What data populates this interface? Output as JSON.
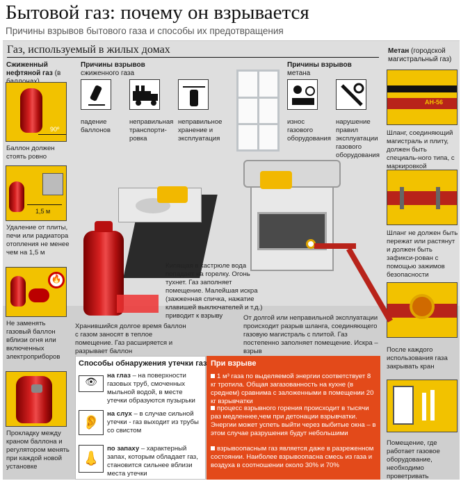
{
  "header": {
    "title": "Бытовой газ: почему он взрывается",
    "subtitle": "Причины взрывов бытового газа и способы их предотвращения"
  },
  "section": {
    "title": "Газ, используемый в жилых домах"
  },
  "left_col": {
    "head_bold": "Сжиженный нефтяной газ",
    "head_rest": " (в баллонах)",
    "angle_label": "90º",
    "distance_label": "1,5 м",
    "captions": [
      "Баллон должен стоять ровно",
      "Удаление от плиты, печи или радиатора отопления не менее чем на 1,5 м",
      "Не заменять газовый баллон вблизи огня или включенных электроприборов",
      "Прокладку между краном баллона и регулятором менять при каждой новой установке"
    ]
  },
  "causes_lpg": {
    "head_bold": "Причины взрывов",
    "head_rest": "сжиженного газа",
    "items": [
      "падение баллонов",
      "неправильная транспорти-ровка",
      "неправильное хранение и эксплуатация"
    ]
  },
  "causes_methane": {
    "head_bold": "Причины взрывов",
    "head_rest": "метана",
    "items": [
      "износ газового оборудования",
      "нарушение правил эксплуатации газового оборудования"
    ]
  },
  "right_col": {
    "head_bold": "Метан",
    "head_rest": " (городской магистральный газ)",
    "hose_marking": "АН-56",
    "captions": [
      "Шланг, соединяющий магистраль и плиту, должен быть специаль-ного типа, с маркировкой",
      "Шланг не должен быть пережат или растянут и должен быть зафикси-рован с помощью зажимов безопасности",
      "После каждого использования газа закрывать кран",
      "Помещение, где работает газовое оборудование, необходимо проветривать"
    ]
  },
  "scene_notes": {
    "kettle": "Кипящая в кастрюле вода попадает на горелку. Огонь тухнет. Газ заполняет помещение. Малейшая искра (зажженная спичка, нажатие клавишей выключателей и т.д.) приводит к взрыву",
    "cylinder": "Хранившийся долгое время баллон с газом заносят в теплое помещение. Газ расширяется и разрывает баллон",
    "hose": "От долгой или неправильной эксплуатации происходит разрыв шланга, соединяющего газовую магистраль с плитой. Газ постепенно заполняет помещение. Искра – взрыв"
  },
  "detection": {
    "title": "Способы обнаружения утечки газа",
    "items": [
      {
        "bold": "на глаз",
        "text": " – на поверхности газовых труб, смоченных мыльной водой, в месте утечки образуются пузырьки",
        "icon": "eye-icon"
      },
      {
        "bold": "на слух",
        "text": " – в случае сильной утечки - газ выходит из трубы со свистом",
        "icon": "ear-icon"
      },
      {
        "bold": "по запаху",
        "text": " – характерный запах, которым обладает газ, становится сильнее вблизи места утечки",
        "icon": "nose-icon"
      }
    ]
  },
  "explosion": {
    "title": "При взрыве",
    "items": [
      "1 м³ газа по выделяемой энергии соответствует 8 кг тротила. Общая загазованность на кухне (в среднем) сравнима с заложенными в помещении 20 кг взрывчатки",
      "процесс взрывного горения происходит в тысячи раз медленнее,чем при детонации взрывчатки. Энергии может успеть выйти через выбитые окна – в этом случае разрушения будут небольшими",
      "взрывоопасным газ является даже в разреженном состоянии. Наиболее взрывоопасна смесь из газа и воздуха в соотношении около 30% и 70%"
    ]
  },
  "colors": {
    "accent_yellow": "#f2c200",
    "explosion_orange": "#e34a1a",
    "cylinder_red": "#d62020",
    "pipe_red": "#b8231a",
    "wall_grey": "#dedede"
  }
}
